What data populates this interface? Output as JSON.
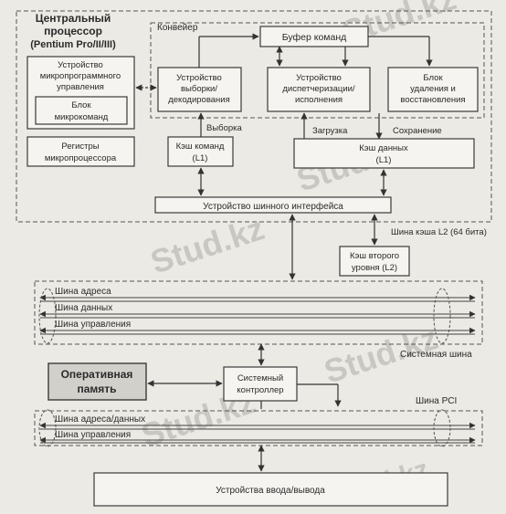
{
  "cpu": {
    "title_line1": "Центральный",
    "title_line2": "процессор",
    "title_line3": "(Pentium Pro/II/III)"
  },
  "blocks": {
    "microprogram_unit_1": "Устройство",
    "microprogram_unit_2": "микропрограммного",
    "microprogram_unit_3": "управления",
    "microcode_block_1": "Блок",
    "microcode_block_2": "микрокоманд",
    "pipeline": "Конвейер",
    "instruction_buffer": "Буфер команд",
    "fetch_decode_1": "Устройство",
    "fetch_decode_2": "выборки/",
    "fetch_decode_3": "декодирования",
    "dispatch_exec_1": "Устройство",
    "dispatch_exec_2": "диспетчеризации/",
    "dispatch_exec_3": "исполнения",
    "retire_1": "Блок",
    "retire_2": "удаления и",
    "retire_3": "восстановления",
    "registers_1": "Регистры",
    "registers_2": "микропроцессора",
    "fetch_label": "Выборка",
    "load_label": "Загрузка",
    "store_label": "Сохранение",
    "icache_1": "Кэш команд",
    "icache_2": "(L1)",
    "dcache_1": "Кэш данных",
    "dcache_2": "(L1)",
    "bus_interface": "Устройство шинного интерфейса",
    "l2_bus": "Шина кэша L2 (64 бита)",
    "l2_cache_1": "Кэш второго",
    "l2_cache_2": "уровня (L2)",
    "main_memory_1": "Оперативная",
    "main_memory_2": "память",
    "system_controller_1": "Системный",
    "system_controller_2": "контроллер",
    "io_devices": "Устройства ввода/вывода"
  },
  "system_bus": {
    "address": "Шина адреса",
    "data": "Шина данных",
    "control": "Шина управления",
    "name": "Системная шина"
  },
  "pci_bus": {
    "name": "Шина PCI",
    "address_data": "Шина адреса/данных",
    "control": "Шина управления"
  },
  "watermark": "Stud.kz"
}
